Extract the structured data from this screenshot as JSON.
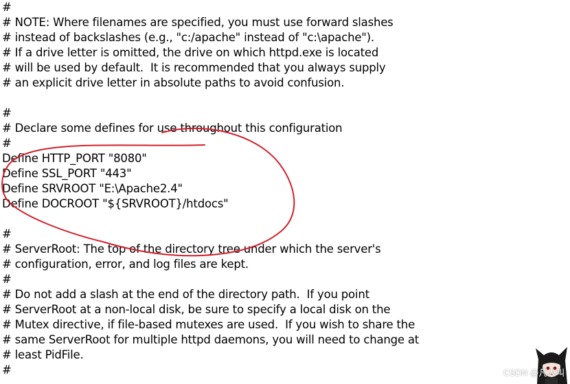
{
  "lines": [
    "#",
    "# NOTE: Where filenames are specified, you must use forward slashes",
    "# instead of backslashes (e.g., \"c:/apache\" instead of \"c:\\apache\").",
    "# If a drive letter is omitted, the drive on which httpd.exe is located",
    "# will be used by default.  It is recommended that you always supply",
    "# an explicit drive letter in absolute paths to avoid confusion.",
    "",
    "#",
    "# Declare some defines for use throughout this configuration",
    "#",
    "Define HTTP_PORT \"8080\"",
    "Define SSL_PORT \"443\"",
    "Define SRVROOT \"E:\\Apache2.4\"",
    "Define DOCROOT \"${SRVROOT}/htdocs\"",
    "",
    "#",
    "# ServerRoot: The top of the directory tree under which the server's",
    "# configuration, error, and log files are kept.",
    "#",
    "# Do not add a slash at the end of the directory path.  If you point",
    "# ServerRoot at a non-local disk, be sure to specify a local disk on the",
    "# Mutex directive, if file-based mutexes are used.  If you wish to share the",
    "# same ServerRoot for multiple httpd daemons, you will need to change at",
    "# least PidFile.",
    "#"
  ],
  "watermark": "CSDN @凡人叫",
  "colors": {
    "annotation_stroke": "#d2202a",
    "text": "#000000",
    "background": "#ffffff"
  }
}
